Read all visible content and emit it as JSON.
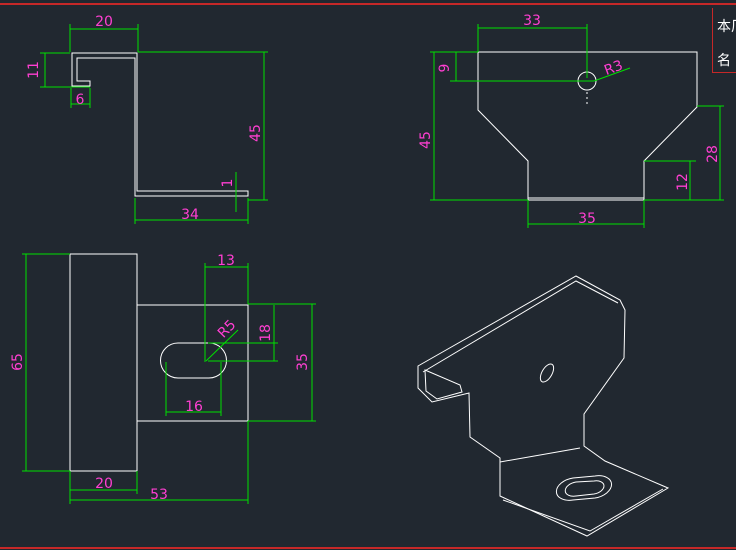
{
  "colors": {
    "background": "#212830",
    "outline": "#ffffff",
    "dimension": "#00e000",
    "dim_text": "#ff3fd2",
    "frame": "#c62828"
  },
  "title_block": {
    "row1": "本厂",
    "row2": "名"
  },
  "dimensions": {
    "d20_top": "20",
    "d11": "11",
    "d6": "6",
    "d45_left": "45",
    "d1": "1",
    "d34": "34",
    "d33": "33",
    "d9": "9",
    "dR3": "R3",
    "d45_right": "45",
    "d28": "28",
    "d12": "12",
    "d35_bottom": "35",
    "d13": "13",
    "dR5": "R5",
    "d18": "18",
    "d35_right": "35",
    "d65": "65",
    "d16": "16",
    "d20_bottom": "20",
    "d53": "53"
  }
}
